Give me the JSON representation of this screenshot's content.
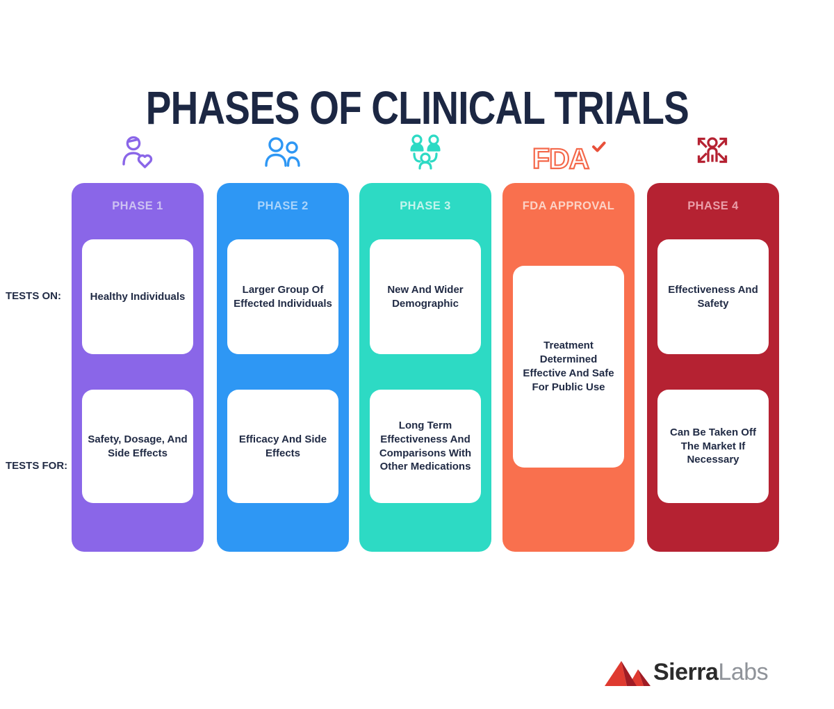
{
  "title": "PHASES OF CLINICAL TRIALS",
  "row_labels": {
    "tests_on": "TESTS ON:",
    "tests_for": "TESTS FOR:"
  },
  "columns": [
    {
      "label": "PHASE 1",
      "color": "#8a66e8",
      "label_color": "#cdc2f2",
      "icon": "person-with-heart-icon",
      "icon_color": "#8a66e8",
      "tests_on": "Healthy Individuals",
      "tests_for": "Safety, Dosage, And Side Effects"
    },
    {
      "label": "PHASE 2",
      "color": "#2e97f4",
      "label_color": "#aad4fb",
      "icon": "two-people-icon",
      "icon_color": "#2e97f4",
      "tests_on": "Larger Group Of Effected Individuals",
      "tests_for": "Efficacy And Side Effects"
    },
    {
      "label": "PHASE 3",
      "color": "#2ddac4",
      "label_color": "#c4f4ec",
      "icon": "group-of-people-icon",
      "icon_color": "#2ddac4",
      "tests_on": "New And Wider Demographic",
      "tests_for": "Long Term Effectiveness And Comparisons With Other Medications"
    },
    {
      "label": "FDA APPROVAL",
      "color": "#f9704e",
      "label_color": "#fcd3c6",
      "icon": "fda-checkmark-icon",
      "icon_color": "#f4684a",
      "check_color": "#e8503a",
      "fda_text": "FDA",
      "card": "Treatment Determined Effective And Safe For Public Use"
    },
    {
      "label": "PHASE 4",
      "color": "#b52232",
      "label_color": "#ea9fa9",
      "icon": "person-expand-arrows-icon",
      "icon_color": "#b52232",
      "tests_on": "Effectiveness And Safety",
      "tests_for": "Can Be Taken Off The Market If Necessary"
    }
  ],
  "footer": {
    "brand_bold": "Sierra",
    "brand_light": "Labs"
  },
  "palette": {
    "title_color": "#1c2743",
    "card_text_color": "#212b45",
    "background": "#ffffff",
    "logo_red_bright": "#df3a30",
    "logo_red_dark": "#a01b24"
  }
}
